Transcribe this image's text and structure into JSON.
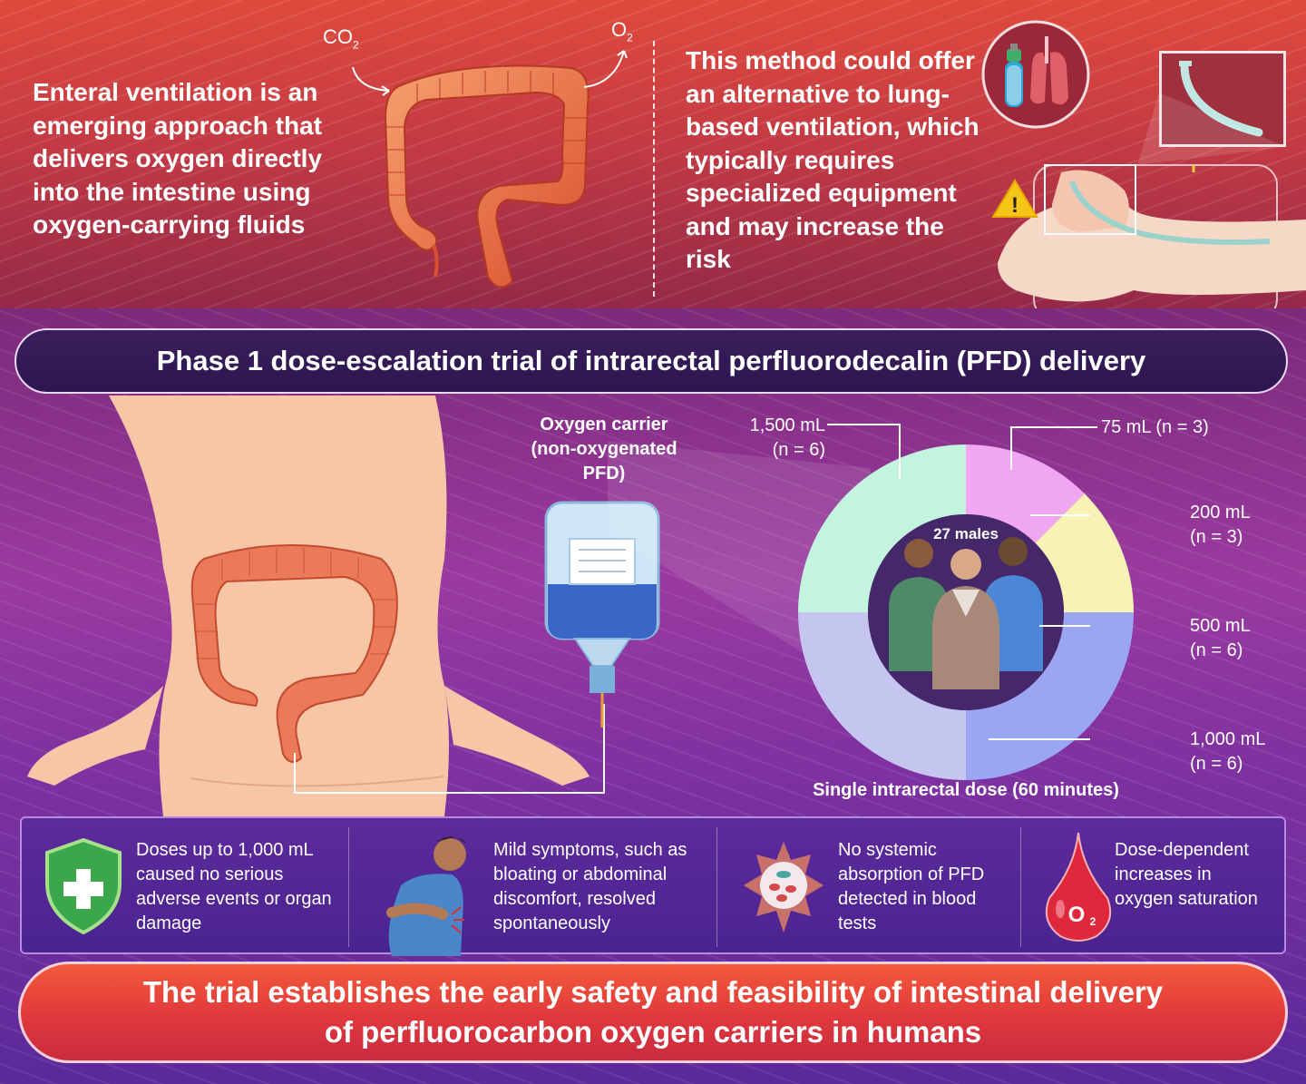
{
  "intro": {
    "text": "Enteral ventilation is an emerging approach that delivers oxygen directly into the intestine using oxygen-carrying fluids",
    "co2": "CO",
    "co2_sub": "2",
    "o2": "O",
    "o2_sub": "2"
  },
  "alternative": {
    "text": "This method could offer an alternative to lung-based ventilation, which typically requires specialized equipment and may increase the risk",
    "warning_icon": "!"
  },
  "trial_title": "Phase 1 dose-escalation trial of intrarectal perfluorodecalin (PFD) delivery",
  "carrier": {
    "line1": "Oxygen carrier",
    "line2": "(non-oxygenated",
    "line3": "PFD)"
  },
  "chart_data": {
    "type": "pie",
    "title": "",
    "center_label": "27 males",
    "caption": "Single intrarectal dose (60 minutes)",
    "categories": [
      "75 mL",
      "200 mL",
      "500 mL",
      "1,000 mL",
      "1,500 mL"
    ],
    "values": [
      3,
      3,
      6,
      6,
      6
    ],
    "slices": [
      {
        "label": "75 mL (n = 3)",
        "value": 3,
        "color": "#f0a6f0"
      },
      {
        "label_line1": "200 mL",
        "label_line2": "(n = 3)",
        "value": 3,
        "color": "#f8f2b4"
      },
      {
        "label_line1": "500 mL",
        "label_line2": "(n = 6)",
        "value": 6,
        "color": "#9aa6f2"
      },
      {
        "label_line1": "1,000 mL",
        "label_line2": "(n = 6)",
        "value": 6,
        "color": "#c4c6f0"
      },
      {
        "label_line1": "1,500 mL",
        "label_line2": "(n = 6)",
        "value": 6,
        "color": "#c2f4de"
      }
    ]
  },
  "findings": [
    {
      "text": "Doses up to 1,000 mL caused no serious adverse events or organ damage",
      "icon": "shield-plus-icon"
    },
    {
      "text": "Mild symptoms, such as bloating or abdominal discomfort, resolved spontaneously",
      "icon": "stomach-ache-icon"
    },
    {
      "text": "No systemic absorption of PFD detected in blood tests",
      "icon": "blood-cell-icon"
    },
    {
      "text": "Dose-dependent increases in oxygen saturation",
      "icon": "blood-drop-o2-icon",
      "o2": "O",
      "o2_sub": "2"
    }
  ],
  "conclusion": "The trial establishes the early safety and feasibility of intestinal delivery of perfluorocarbon oxygen carriers in humans"
}
